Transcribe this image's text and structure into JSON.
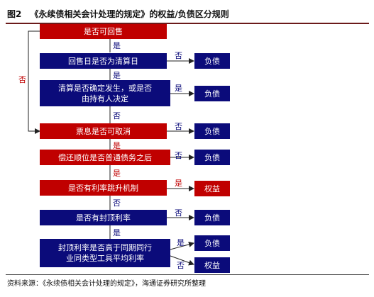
{
  "title": {
    "figure": "图2",
    "text": "《永续债相关会计处理的规定》的权益/负债区分规则"
  },
  "footer": "资料来源：《永续债相关会计处理的规定》，海通证券研究所整理",
  "nodes": {
    "q1": "是否可回售",
    "q2": "回售日是否为清算日",
    "q3_line1": "清算是否确定发生，或是否",
    "q3_line2": "由持有人决定",
    "q4": "票息是否可取消",
    "q5": "偿还顺位是否普通债务之后",
    "q6": "是否有利率跳升机制",
    "q7": "是否有封顶利率",
    "q8_line1": "封顶利率是否高于同期同行",
    "q8_line2": "业同类型工具平均利率"
  },
  "outcomes": {
    "liability": "负债",
    "equity": "权益"
  },
  "edge_labels": {
    "yes": "是",
    "no": "否"
  },
  "colors": {
    "red": "#c00000",
    "navy": "#0b0b7a"
  }
}
